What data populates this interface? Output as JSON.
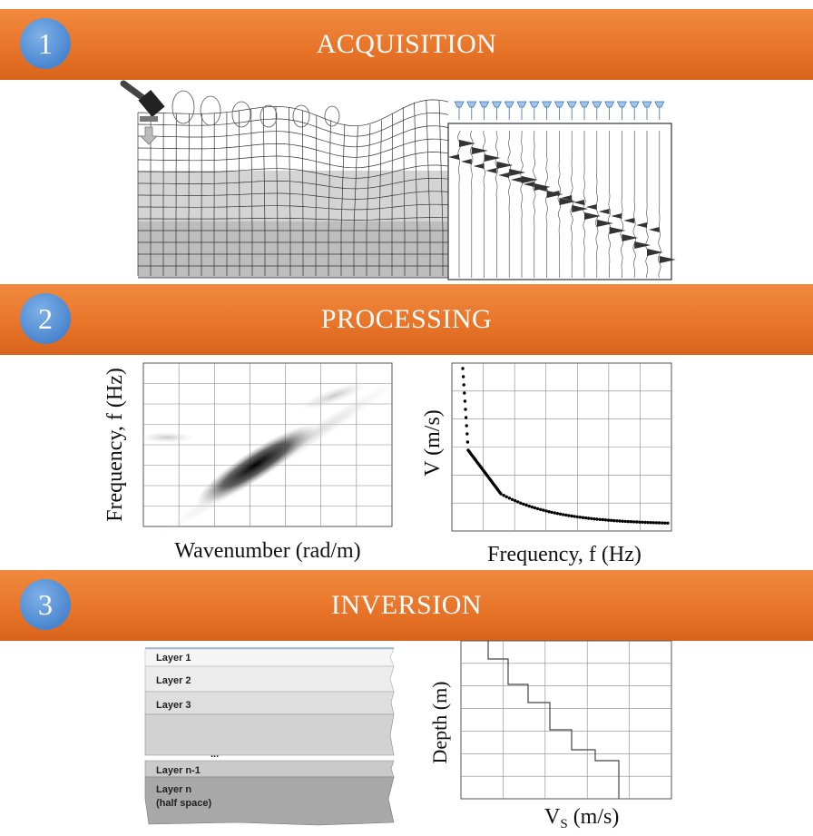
{
  "sections": [
    {
      "number": "1",
      "title": "ACQUISITION"
    },
    {
      "number": "2",
      "title": "PROCESSING"
    },
    {
      "number": "3",
      "title": "INVERSION"
    }
  ],
  "processing": {
    "fk_plot": {
      "xlabel": "Wavenumber (rad/m)",
      "ylabel": "Frequency, f (Hz)"
    },
    "dispersion_plot": {
      "xlabel": "Frequency, f (Hz)",
      "ylabel": "V (m/s)"
    }
  },
  "inversion": {
    "layers": [
      "Layer 1",
      "Layer 2",
      "Layer 3",
      "...",
      "Layer n-1",
      "Layer n",
      "(half space)"
    ],
    "profile_plot": {
      "ylabel": "Depth (m)",
      "xlabel": "V",
      "xlabel_sub": "S",
      "xlabel_unit": " (m/s)"
    }
  }
}
